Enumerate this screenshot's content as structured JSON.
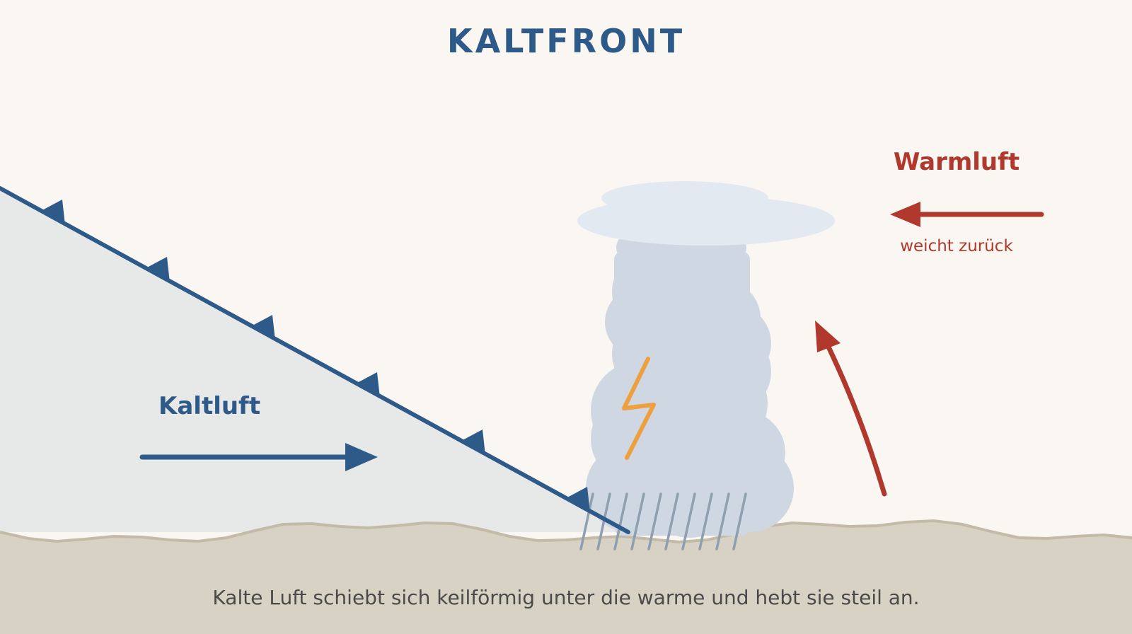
{
  "title": "KALTFRONT",
  "labels": {
    "cold_air": "Kaltluft",
    "warm_air": "Warmluft",
    "warm_air_note": "weicht zurück"
  },
  "caption": "Kalte Luft schiebt sich keilförmig unter die warme und hebt sie steil an.",
  "colors": {
    "background": "#faf7f2",
    "cold": "#2e5a8a",
    "cold_wedge": "#e7e8e8",
    "warm": "#b0382c",
    "ground": "#d8d2c4",
    "ground_line": "#c3bba8",
    "cloud": "#cfd8e2",
    "anvil": "#e3e9f1",
    "lightning": "#ee9f3e",
    "rain": "#8e9fb0",
    "caption_text": "#4a4a4a"
  },
  "icons": {
    "front_symbol": "cold-front-triangles",
    "weather": "thunderstorm-cloud",
    "lightning": "lightning-bolt-icon",
    "rain": "rain-streaks"
  }
}
